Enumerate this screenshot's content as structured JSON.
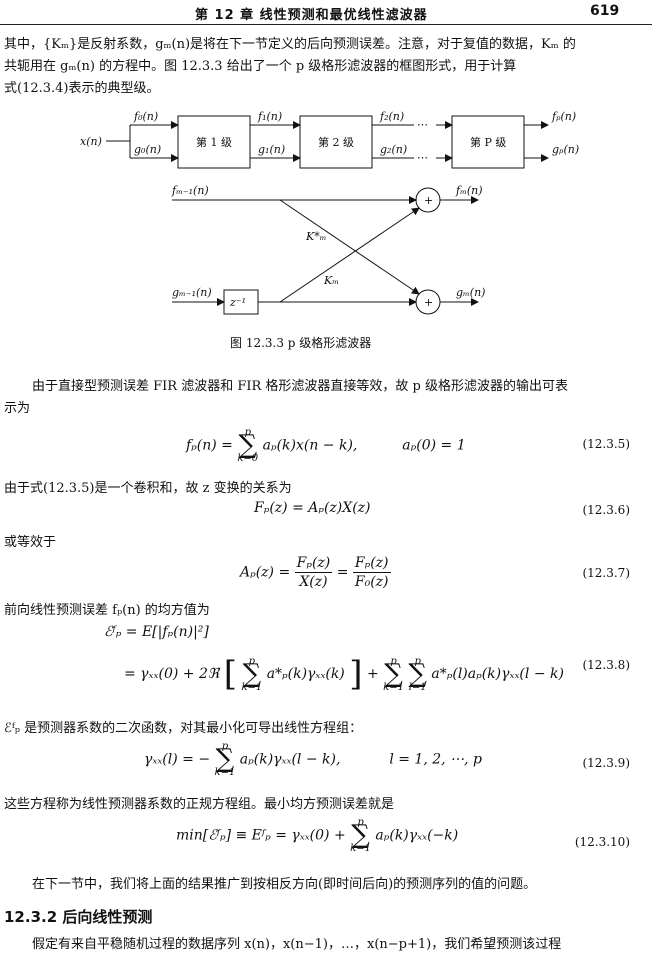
{
  "header": {
    "chapter": "第 12 章    线性预测和最优线性滤波器",
    "page": "619"
  },
  "paras": {
    "p1_l1": "其中，{Kₘ}是反射系数，gₘ(n)是将在下一节定义的后向预测误差。注意，对于复值的数据，Kₘ 的",
    "p1_l2": "共轭用在 gₘ(n) 的方程中。图 12.3.3 给出了一个 p 级格形滤波器的框图形式，用于计算",
    "p1_l3": "式(12.3.4)表示的典型级。",
    "p2_l1": "由于直接型预测误差 FIR 滤波器和 FIR 格形滤波器直接等效，故 p 级格形滤波器的输出可表",
    "p2_l2": "示为",
    "p3": "由于式(12.3.5)是一个卷积和，故 z 变换的关系为",
    "p4": "或等效于",
    "p5": "前向线性预测误差 fₚ(n) 的均方值为",
    "p6": "ℰᶠₚ 是预测器系数的二次函数，对其最小化可导出线性方程组：",
    "p7": "这些方程称为线性预测器系数的正规方程组。最小均方预测误差就是",
    "p8": "在下一节中，我们将上面的结果推广到按相反方向(即时间后向)的预测序列的值的问题。",
    "p9": "假定有来自平稳随机过程的数据序列 x(n)，x(n−1)，…，x(n−p+1)，我们希望预测该过程"
  },
  "section": "12.3.2  后向线性预测",
  "figure": {
    "caption": "图 12.3.3   p 级格形滤波器",
    "stages": [
      "第 1 级",
      "第 2 级",
      "第 P 级"
    ],
    "x_in": "x(n)",
    "f_labels": [
      "f₀(n)",
      "f₁(n)",
      "f₂(n)",
      "fₚ(n)"
    ],
    "g_labels": [
      "g₀(n)",
      "g₁(n)",
      "g₂(n)",
      "gₚ(n)"
    ],
    "ellipsis": "⋯",
    "lat_f_in": "fₘ₋₁(n)",
    "lat_g_in": "gₘ₋₁(n)",
    "lat_f_out": "fₘ(n)",
    "lat_g_out": "gₘ(n)",
    "k_conj": "K*ₘ",
    "k": "Kₘ",
    "delay": "z⁻¹",
    "plus": "+"
  },
  "equations": {
    "n5": "(12.3.5)",
    "n6": "(12.3.6)",
    "n7": "(12.3.7)",
    "n8": "(12.3.8)",
    "n9": "(12.3.9)",
    "n10": "(12.3.10)",
    "e5_lhs": "fₚ(n) = ",
    "e5_rhs": "aₚ(k)x(n − k),",
    "e5_cond": "aₚ(0) = 1",
    "e6": "Fₚ(z) = Aₚ(z)X(z)",
    "e7_lhs": "Aₚ(z) = ",
    "e7_n1": "Fₚ(z)",
    "e7_d1": "X(z)",
    "e7_n2": "Fₚ(z)",
    "e7_d2": "F₀(z)",
    "e8_l1": "ℰᶠₚ = E[|fₚ(n)|²]",
    "e8_l2a": "= γₓₓ(0) + 2ℜ",
    "e8_l2b": "a*ₚ(k)γₓₓ(k)",
    "e8_l2c": "a*ₚ(l)aₚ(k)γₓₓ(l − k)",
    "e9_lhs": "γₓₓ(l) = −",
    "e9_rhs": "aₚ(k)γₓₓ(l − k),",
    "e9_cond": "l = 1, 2, ⋯, p",
    "e10_lhs": "min[ℰᶠₚ] ≡ Eᶠₚ = γₓₓ(0) + ",
    "e10_rhs": "aₚ(k)γₓₓ(−k)",
    "sum": "∑",
    "eq": " = ",
    "plus": " + ",
    "lim_p": "p",
    "lim_k0": "k=0",
    "lim_k1": "k=1",
    "lim_l1": "l=1"
  }
}
